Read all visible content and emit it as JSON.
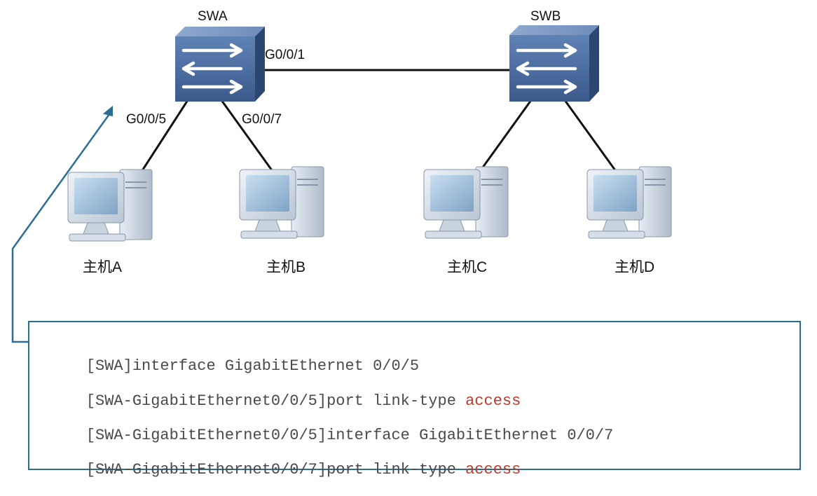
{
  "switches": [
    {
      "id": "swa",
      "name": "SWA"
    },
    {
      "id": "swb",
      "name": "SWB"
    }
  ],
  "ports": {
    "swa_to_swb": "G0/0/1",
    "swa_to_host_a": "G0/0/5",
    "swa_to_host_b": "G0/0/7"
  },
  "hosts": [
    {
      "id": "a",
      "label": "主机A"
    },
    {
      "id": "b",
      "label": "主机B"
    },
    {
      "id": "c",
      "label": "主机C"
    },
    {
      "id": "d",
      "label": "主机D"
    }
  ],
  "commands": [
    {
      "prompt": "[SWA]interface GigabitEthernet 0/0/5",
      "keyword": ""
    },
    {
      "prompt": "[SWA-GigabitEthernet0/0/5]port link-type ",
      "keyword": "access"
    },
    {
      "prompt": "[SWA-GigabitEthernet0/0/5]interface GigabitEthernet 0/0/7",
      "keyword": ""
    },
    {
      "prompt": "[SWA-GigabitEthernet0/0/7]port link-type ",
      "keyword": "access"
    }
  ],
  "colors": {
    "keyword": "#c0392b",
    "callout": "#2b6d96",
    "switch_body": "#4a6a9a",
    "link": "#111111"
  }
}
